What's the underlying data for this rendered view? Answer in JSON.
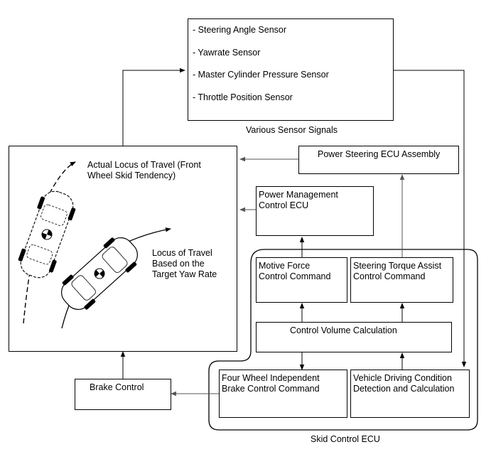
{
  "sensors": {
    "items": [
      "- Steering Angle Sensor",
      "- Yawrate Sensor",
      "- Master Cylinder Pressure Sensor",
      "- Throttle Position Sensor"
    ],
    "caption": "Various Sensor Signals"
  },
  "power_steering_ecu": "Power Steering ECU Assembly",
  "power_management_ecu": "Power Management\nControl ECU",
  "motive_force": "Motive Force\nControl Command",
  "steering_torque": "Steering Torque Assist\nControl Command",
  "control_volume": "Control Volume Calculation",
  "four_wheel": "Four Wheel Independent\nBrake Control Command",
  "vehicle_driving": "Vehicle Driving Condition\nDetection and Calculation",
  "brake_control": "Brake Control",
  "skid_control_ecu": "Skid Control ECU",
  "illustration": {
    "actual_locus": "Actual Locus of Travel (Front\nWheel Skid Tendency)",
    "target_locus": "Locus of Travel\nBased on the\nTarget Yaw Rate"
  }
}
